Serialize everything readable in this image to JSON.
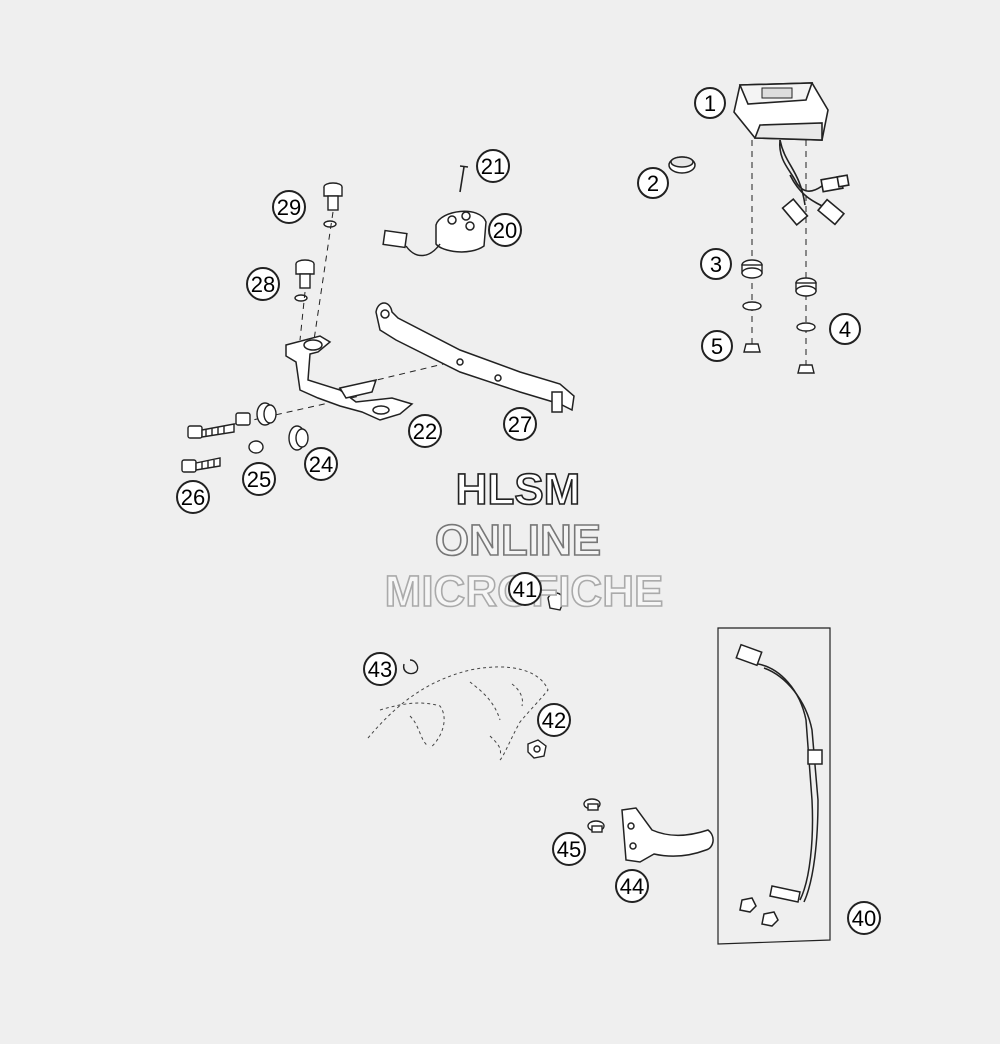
{
  "watermark": {
    "line1": "HLSM",
    "line2": "ONLINE",
    "line3": "MICROFICHE"
  },
  "callouts": {
    "c1": "1",
    "c2": "2",
    "c3": "3",
    "c4": "4",
    "c5": "5",
    "c20": "20",
    "c21": "21",
    "c22": "22",
    "c24": "24",
    "c25": "25",
    "c26": "26",
    "c27": "27",
    "c28": "28",
    "c29": "29",
    "c40": "40",
    "c41": "41",
    "c42": "42",
    "c43": "43",
    "c44": "44",
    "c45": "45"
  }
}
